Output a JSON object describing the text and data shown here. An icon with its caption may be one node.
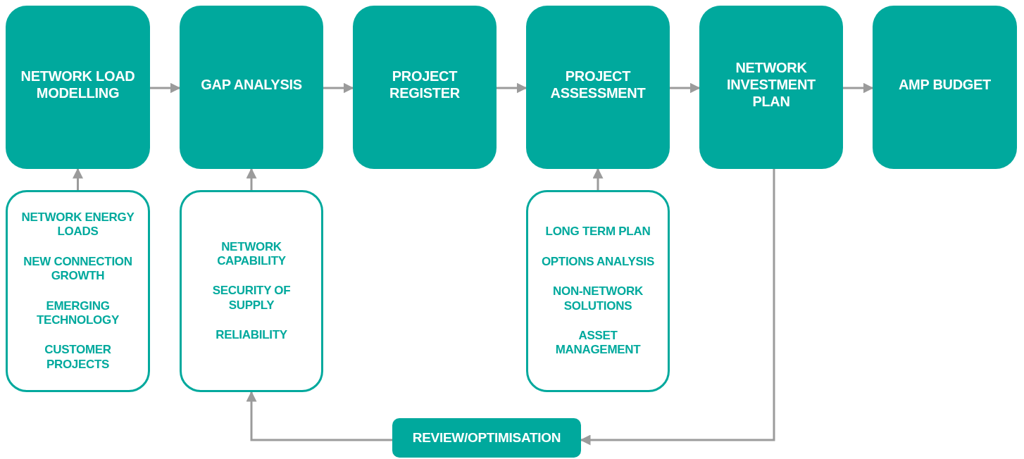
{
  "diagram": {
    "nodes": [
      {
        "text": [
          "NETWORK LOAD MODELLING"
        ]
      },
      {
        "text": [
          "GAP ANALYSIS"
        ]
      },
      {
        "text": [
          "PROJECT REGISTER"
        ]
      },
      {
        "text": [
          "PROJECT ASSESSMENT"
        ]
      },
      {
        "text": [
          "NETWORK INVESTMENT PLAN"
        ]
      },
      {
        "text": [
          "AMP BUDGET"
        ]
      },
      {
        "text": [
          "NETWORK ENERGY LOADS",
          "NEW CONNECTION GROWTH",
          "EMERGING TECHNOLOGY",
          "CUSTOMER PROJECTS"
        ]
      },
      {
        "text": [
          "NETWORK CAPABILITY",
          "SECURITY OF SUPPLY",
          "RELIABILITY"
        ]
      },
      {
        "text": [
          "LONG TERM PLAN",
          "OPTIONS ANALYSIS",
          "NON-NETWORK SOLUTIONS",
          "ASSET MANAGEMENT"
        ]
      },
      {
        "text": [
          "REVIEW/OPTIMISATION"
        ]
      }
    ],
    "edges": [
      {
        "from": 0,
        "to": 1,
        "arrow": "to"
      },
      {
        "from": 1,
        "to": 2,
        "arrow": "to"
      },
      {
        "from": 2,
        "to": 3,
        "arrow": "to"
      },
      {
        "from": 3,
        "to": 4,
        "arrow": "to"
      },
      {
        "from": 4,
        "to": 5,
        "arrow": "to"
      },
      {
        "from": 6,
        "to": 0,
        "arrow": "to"
      },
      {
        "from": 7,
        "to": 1,
        "arrow": "to"
      },
      {
        "from": 8,
        "to": 3,
        "arrow": "to"
      },
      {
        "from": 4,
        "to": 9,
        "arrow": "to"
      },
      {
        "from": 9,
        "to": 7,
        "arrow": "to"
      }
    ]
  }
}
